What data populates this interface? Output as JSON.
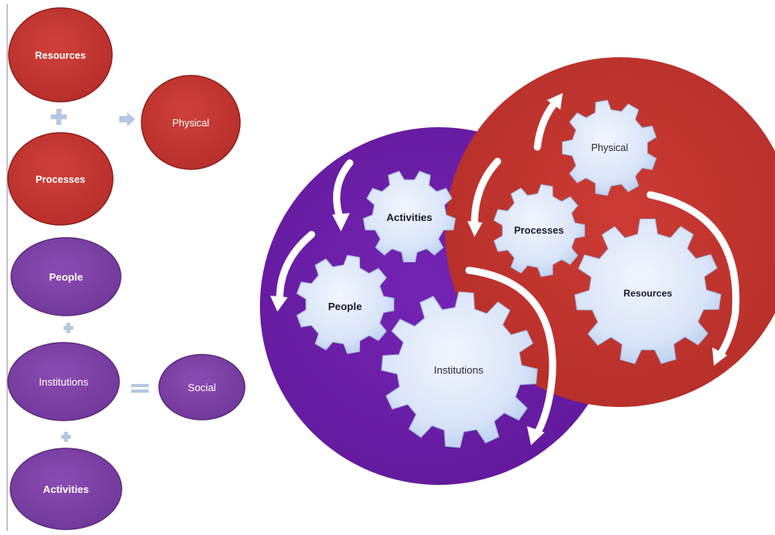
{
  "colors": {
    "red": "#c0332f",
    "red_stroke": "#8f1f1c",
    "purple": "#7b3fa3",
    "purple_big": "#6a1ea8",
    "purple_stroke": "#5b2c7c",
    "gear_light": "#e3ecfb",
    "gear_dark": "#b9cdf0",
    "connector": "#b4c7e3",
    "arrow_white": "#ffffff",
    "divider": "#b0b0b0"
  },
  "icons": [
    "plus-icon",
    "arrow-right-icon",
    "equals-icon",
    "curved-arrow-icon",
    "gear-icon"
  ],
  "left": {
    "resources": "Resources",
    "processes": "Processes",
    "physical": "Physical",
    "people": "People",
    "institutions": "Institutions",
    "activities": "Activities",
    "social": "Social"
  },
  "right": {
    "activities": "Activities",
    "people": "People",
    "institutions": "Institutions",
    "physical": "Physical",
    "processes": "Processes",
    "resources": "Resources"
  }
}
